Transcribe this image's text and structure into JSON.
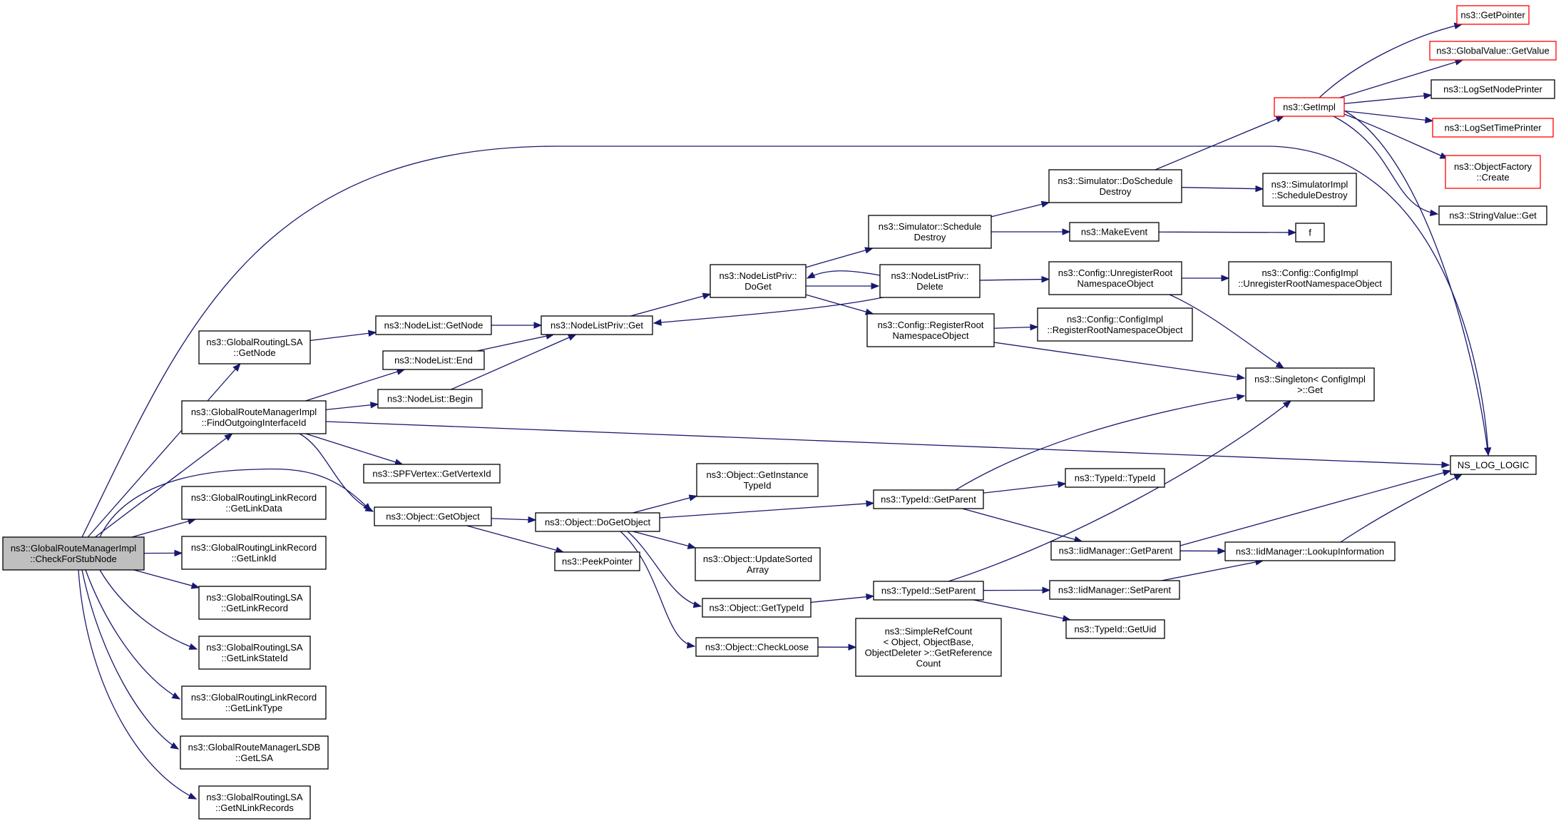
{
  "colors": {
    "edge": "#191970",
    "node_border": "#000000",
    "truncated_border": "#ff0000",
    "root_fill": "#bfbfbf",
    "node_fill": "#ffffff"
  },
  "nodes": [
    {
      "id": "root",
      "lines": [
        "ns3::GlobalRouteManagerImpl",
        "::CheckForStubNode"
      ],
      "style": "root"
    },
    {
      "id": "grlsa_getnode",
      "lines": [
        "ns3::GlobalRoutingLSA",
        "::GetNode"
      ]
    },
    {
      "id": "grmi_findout",
      "lines": [
        "ns3::GlobalRouteManagerImpl",
        "::FindOutgoingInterfaceId"
      ]
    },
    {
      "id": "grlr_getlinkdata",
      "lines": [
        "ns3::GlobalRoutingLinkRecord",
        "::GetLinkData"
      ]
    },
    {
      "id": "grlr_getlinkid",
      "lines": [
        "ns3::GlobalRoutingLinkRecord",
        "::GetLinkId"
      ]
    },
    {
      "id": "grlsa_getlinkrecord",
      "lines": [
        "ns3::GlobalRoutingLSA",
        "::GetLinkRecord"
      ]
    },
    {
      "id": "grlsa_getlinkstateid",
      "lines": [
        "ns3::GlobalRoutingLSA",
        "::GetLinkStateId"
      ]
    },
    {
      "id": "grlr_getlinktype",
      "lines": [
        "ns3::GlobalRoutingLinkRecord",
        "::GetLinkType"
      ]
    },
    {
      "id": "grmlsdb_getlsa",
      "lines": [
        "ns3::GlobalRouteManagerLSDB",
        "::GetLSA"
      ]
    },
    {
      "id": "grlsa_getnlinkrecords",
      "lines": [
        "ns3::GlobalRoutingLSA",
        "::GetNLinkRecords"
      ]
    },
    {
      "id": "nodelist_getnode",
      "lines": [
        "ns3::NodeList::GetNode"
      ]
    },
    {
      "id": "nodelist_end",
      "lines": [
        "ns3::NodeList::End"
      ]
    },
    {
      "id": "nodelist_begin",
      "lines": [
        "ns3::NodeList::Begin"
      ]
    },
    {
      "id": "spf_getvertexid",
      "lines": [
        "ns3::SPFVertex::GetVertexId"
      ]
    },
    {
      "id": "object_getobject",
      "lines": [
        "ns3::Object::GetObject"
      ]
    },
    {
      "id": "nlp_get",
      "lines": [
        "ns3::NodeListPriv::Get"
      ]
    },
    {
      "id": "object_dogetobject",
      "lines": [
        "ns3::Object::DoGetObject"
      ]
    },
    {
      "id": "peekpointer",
      "lines": [
        "ns3::PeekPointer"
      ]
    },
    {
      "id": "nlp_doget",
      "lines": [
        "ns3::NodeListPriv::",
        "DoGet"
      ]
    },
    {
      "id": "obj_getinstancetypeid",
      "lines": [
        "ns3::Object::GetInstance",
        "TypeId"
      ]
    },
    {
      "id": "obj_updatesorted",
      "lines": [
        "ns3::Object::UpdateSorted",
        "Array"
      ]
    },
    {
      "id": "obj_gettypeid",
      "lines": [
        "ns3::Object::GetTypeId"
      ]
    },
    {
      "id": "obj_checkloose",
      "lines": [
        "ns3::Object::CheckLoose"
      ]
    },
    {
      "id": "sim_scheduledestroy",
      "lines": [
        "ns3::Simulator::Schedule",
        "Destroy"
      ]
    },
    {
      "id": "nlp_delete",
      "lines": [
        "ns3::NodeListPriv::",
        "Delete"
      ]
    },
    {
      "id": "cfg_registerroot",
      "lines": [
        "ns3::Config::RegisterRoot",
        "NamespaceObject"
      ]
    },
    {
      "id": "typeid_getparent",
      "lines": [
        "ns3::TypeId::GetParent"
      ]
    },
    {
      "id": "typeid_setparent",
      "lines": [
        "ns3::TypeId::SetParent"
      ]
    },
    {
      "id": "simplerefcount",
      "lines": [
        "ns3::SimpleRefCount",
        "< Object, ObjectBase,",
        "ObjectDeleter >::GetReference",
        "Count"
      ]
    },
    {
      "id": "sim_doscheduledestroy",
      "lines": [
        "ns3::Simulator::DoSchedule",
        "Destroy"
      ]
    },
    {
      "id": "makeevent",
      "lines": [
        "ns3::MakeEvent"
      ]
    },
    {
      "id": "cfg_unregisterroot",
      "lines": [
        "ns3::Config::UnregisterRoot",
        "NamespaceObject"
      ]
    },
    {
      "id": "cfgimpl_registerroot",
      "lines": [
        "ns3::Config::ConfigImpl",
        "::RegisterRootNamespaceObject"
      ]
    },
    {
      "id": "typeid_typeid",
      "lines": [
        "ns3::TypeId::TypeId"
      ]
    },
    {
      "id": "iid_getparent",
      "lines": [
        "ns3::IidManager::GetParent"
      ]
    },
    {
      "id": "iid_setparent",
      "lines": [
        "ns3::IidManager::SetParent"
      ]
    },
    {
      "id": "typeid_getuid",
      "lines": [
        "ns3::TypeId::GetUid"
      ]
    },
    {
      "id": "getimpl",
      "lines": [
        "ns3::GetImpl"
      ],
      "style": "truncated"
    },
    {
      "id": "simimpl_scheduledestroy",
      "lines": [
        "ns3::SimulatorImpl",
        "::ScheduleDestroy"
      ]
    },
    {
      "id": "f",
      "lines": [
        "f"
      ]
    },
    {
      "id": "cfgimpl_unregisterroot",
      "lines": [
        "ns3::Config::ConfigImpl",
        "::UnregisterRootNamespaceObject"
      ]
    },
    {
      "id": "singleton_get",
      "lines": [
        "ns3::Singleton< ConfigImpl",
        " >::Get"
      ]
    },
    {
      "id": "iid_lookupinfo",
      "lines": [
        "ns3::IidManager::LookupInformation"
      ]
    },
    {
      "id": "getpointer",
      "lines": [
        "ns3::GetPointer"
      ],
      "style": "truncated"
    },
    {
      "id": "gv_getvalue",
      "lines": [
        "ns3::GlobalValue::GetValue"
      ],
      "style": "truncated"
    },
    {
      "id": "logsetnodeprinter",
      "lines": [
        "ns3::LogSetNodePrinter"
      ]
    },
    {
      "id": "logsettimeprinter",
      "lines": [
        "ns3::LogSetTimePrinter"
      ],
      "style": "truncated"
    },
    {
      "id": "objectfactory_create",
      "lines": [
        "ns3::ObjectFactory",
        "::Create"
      ],
      "style": "truncated"
    },
    {
      "id": "stringvalue_get",
      "lines": [
        "ns3::StringValue::Get"
      ]
    },
    {
      "id": "ns_log_logic",
      "lines": [
        "NS_LOG_LOGIC"
      ]
    }
  ],
  "edges": [
    [
      "root",
      "grlsa_getnode"
    ],
    [
      "root",
      "grmi_findout"
    ],
    [
      "root",
      "grlr_getlinkdata"
    ],
    [
      "root",
      "grlr_getlinkid"
    ],
    [
      "root",
      "grlsa_getlinkrecord"
    ],
    [
      "root",
      "grlsa_getlinkstateid"
    ],
    [
      "root",
      "grlr_getlinktype"
    ],
    [
      "root",
      "grmlsdb_getlsa"
    ],
    [
      "root",
      "grlsa_getnlinkrecords"
    ],
    [
      "root",
      "object_getobject"
    ],
    [
      "root",
      "ns_log_logic"
    ],
    [
      "grlsa_getnode",
      "nodelist_getnode"
    ],
    [
      "grmi_findout",
      "nodelist_end"
    ],
    [
      "grmi_findout",
      "nodelist_begin"
    ],
    [
      "grmi_findout",
      "spf_getvertexid"
    ],
    [
      "grmi_findout",
      "object_getobject"
    ],
    [
      "grmi_findout",
      "ns_log_logic"
    ],
    [
      "nodelist_getnode",
      "nlp_get"
    ],
    [
      "nodelist_end",
      "nlp_get"
    ],
    [
      "nodelist_begin",
      "nlp_get"
    ],
    [
      "object_getobject",
      "object_dogetobject"
    ],
    [
      "object_getobject",
      "peekpointer"
    ],
    [
      "nlp_get",
      "nlp_doget"
    ],
    [
      "nlp_doget",
      "sim_scheduledestroy"
    ],
    [
      "nlp_doget",
      "nlp_delete"
    ],
    [
      "nlp_doget",
      "cfg_registerroot"
    ],
    [
      "nlp_delete",
      "nlp_doget"
    ],
    [
      "nlp_delete",
      "nlp_get"
    ],
    [
      "nlp_delete",
      "cfg_unregisterroot"
    ],
    [
      "object_dogetobject",
      "obj_getinstancetypeid"
    ],
    [
      "object_dogetobject",
      "typeid_getparent"
    ],
    [
      "object_dogetobject",
      "obj_updatesorted"
    ],
    [
      "object_dogetobject",
      "obj_gettypeid"
    ],
    [
      "object_dogetobject",
      "obj_checkloose"
    ],
    [
      "obj_gettypeid",
      "typeid_setparent"
    ],
    [
      "obj_checkloose",
      "simplerefcount"
    ],
    [
      "sim_scheduledestroy",
      "sim_doscheduledestroy"
    ],
    [
      "sim_scheduledestroy",
      "makeevent"
    ],
    [
      "cfg_registerroot",
      "cfgimpl_registerroot"
    ],
    [
      "cfg_registerroot",
      "singleton_get"
    ],
    [
      "typeid_getparent",
      "typeid_typeid"
    ],
    [
      "typeid_getparent",
      "iid_getparent"
    ],
    [
      "typeid_getparent",
      "singleton_get"
    ],
    [
      "typeid_setparent",
      "iid_setparent"
    ],
    [
      "typeid_setparent",
      "typeid_getuid"
    ],
    [
      "typeid_setparent",
      "singleton_get"
    ],
    [
      "sim_doscheduledestroy",
      "getimpl"
    ],
    [
      "sim_doscheduledestroy",
      "simimpl_scheduledestroy"
    ],
    [
      "makeevent",
      "f"
    ],
    [
      "cfg_unregisterroot",
      "cfgimpl_unregisterroot"
    ],
    [
      "cfg_unregisterroot",
      "singleton_get"
    ],
    [
      "iid_getparent",
      "iid_lookupinfo"
    ],
    [
      "iid_getparent",
      "ns_log_logic"
    ],
    [
      "iid_setparent",
      "iid_lookupinfo"
    ],
    [
      "iid_lookupinfo",
      "ns_log_logic"
    ],
    [
      "getimpl",
      "getpointer"
    ],
    [
      "getimpl",
      "gv_getvalue"
    ],
    [
      "getimpl",
      "logsetnodeprinter"
    ],
    [
      "getimpl",
      "logsettimeprinter"
    ],
    [
      "getimpl",
      "objectfactory_create"
    ],
    [
      "getimpl",
      "stringvalue_get"
    ],
    [
      "getimpl",
      "ns_log_logic"
    ]
  ]
}
